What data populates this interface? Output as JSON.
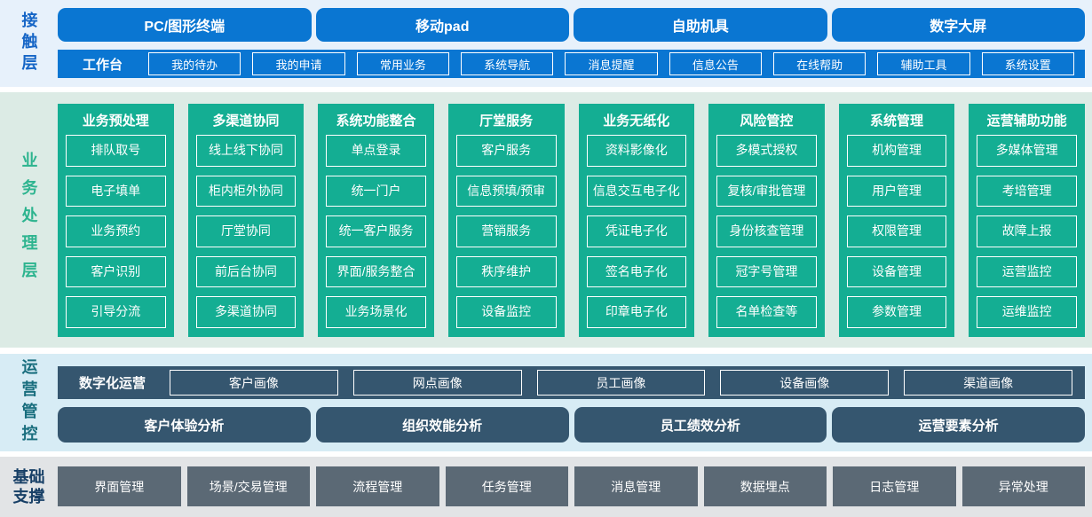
{
  "contact": {
    "label": "接触层",
    "terminals": [
      "PC/图形终端",
      "移动pad",
      "自助机具",
      "数字大屏"
    ],
    "workbench_label": "工作台",
    "workbench_items": [
      "我的待办",
      "我的申请",
      "常用业务",
      "系统导航",
      "消息提醒",
      "信息公告",
      "在线帮助",
      "辅助工具",
      "系统设置"
    ]
  },
  "business": {
    "label": "业务处理层",
    "columns": [
      {
        "title": "业务预处理",
        "items": [
          "排队取号",
          "电子填单",
          "业务预约",
          "客户识别",
          "引导分流"
        ]
      },
      {
        "title": "多渠道协同",
        "items": [
          "线上线下协同",
          "柜内柜外协同",
          "厅堂协同",
          "前后台协同",
          "多渠道协同"
        ]
      },
      {
        "title": "系统功能整合",
        "items": [
          "单点登录",
          "统一门户",
          "统一客户服务",
          "界面/服务整合",
          "业务场景化"
        ]
      },
      {
        "title": "厅堂服务",
        "items": [
          "客户服务",
          "信息预填/预审",
          "营销服务",
          "秩序维护",
          "设备监控"
        ]
      },
      {
        "title": "业务无纸化",
        "items": [
          "资料影像化",
          "信息交互电子化",
          "凭证电子化",
          "签名电子化",
          "印章电子化"
        ]
      },
      {
        "title": "风险管控",
        "items": [
          "多模式授权",
          "复核/审批管理",
          "身份核查管理",
          "冠字号管理",
          "名单检查等"
        ]
      },
      {
        "title": "系统管理",
        "items": [
          "机构管理",
          "用户管理",
          "权限管理",
          "设备管理",
          "参数管理"
        ]
      },
      {
        "title": "运营辅助功能",
        "items": [
          "多媒体管理",
          "考培管理",
          "故障上报",
          "运营监控",
          "运维监控"
        ]
      }
    ]
  },
  "operations": {
    "label": "运营管控",
    "digital_label": "数字化运营",
    "profiles": [
      "客户画像",
      "网点画像",
      "员工画像",
      "设备画像",
      "渠道画像"
    ],
    "analyses": [
      "客户体验分析",
      "组织效能分析",
      "员工绩效分析",
      "运营要素分析"
    ]
  },
  "foundation": {
    "label": "基础支撑",
    "items": [
      "界面管理",
      "场景/交易管理",
      "流程管理",
      "任务管理",
      "消息管理",
      "数据埋点",
      "日志管理",
      "异常处理"
    ]
  },
  "colors": {
    "primary_blue": "#0a76d2",
    "teal_green": "#14ae93",
    "slate_blue": "#35566f",
    "gray": "#5b6975",
    "band_contact_bg": "#e7f1fb",
    "band_business_bg": "#dcebe5",
    "band_operations_bg": "#d7ecf5",
    "band_foundation_bg": "#e2e4e6",
    "label_blue": "#1565c6",
    "label_green": "#2db48f",
    "label_teal": "#196e7e",
    "label_navy": "#173f66"
  }
}
